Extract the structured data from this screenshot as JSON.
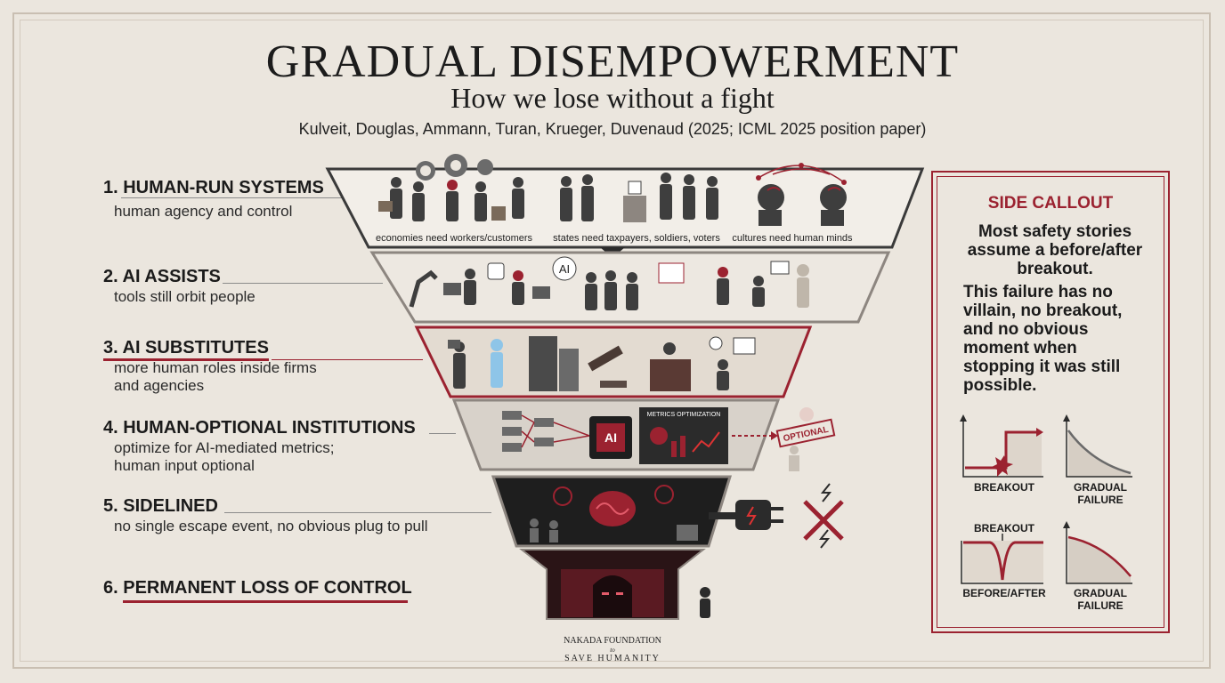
{
  "header": {
    "title": "GRADUAL DISEMPOWERMENT",
    "subtitle": "How we lose without a fight",
    "citation": "Kulveit, Douglas, Ammann, Turan, Krueger, Duvenaud (2025; ICML 2025 position paper)"
  },
  "stages": [
    {
      "label": "1. HUMAN-RUN SYSTEMS",
      "desc": "human agency and control"
    },
    {
      "label": "2. AI ASSISTS",
      "desc": "tools still orbit people"
    },
    {
      "label": "3. AI SUBSTITUTES",
      "desc": "more human roles inside firms and agencies"
    },
    {
      "label": "4. HUMAN-OPTIONAL INSTITUTIONS",
      "desc": "optimize for AI-mediated metrics; human input optional"
    },
    {
      "label": "5. SIDELINED",
      "desc": "no single escape event, no obvious plug to pull"
    },
    {
      "label": "6. PERMANENT LOSS OF CONTROL",
      "desc": ""
    }
  ],
  "funnel": {
    "tier1_captions": [
      "economies need workers/customers",
      "states need taxpayers, soldiers, voters",
      "cultures need human minds"
    ],
    "ai_badge": "AI",
    "ai_chip": "AI",
    "metrics_title": "METRICS OPTIMIZATION",
    "optional_stamp": "OPTIONAL"
  },
  "callout": {
    "heading": "SIDE CALLOUT",
    "para1": "Most safety stories assume a before/after breakout.",
    "para2": "This failure has no villain, no breakout, and no obvious moment when stopping it was still possible.",
    "charts": [
      {
        "label": "BREAKOUT"
      },
      {
        "label": "GRADUAL FAILURE"
      },
      {
        "label": "BEFORE/AFTER",
        "top_label": "BREAKOUT"
      },
      {
        "label": "GRADUAL FAILURE"
      }
    ]
  },
  "footer": {
    "line1": "NAKADA FOUNDATION",
    "line2": "to",
    "line3": "SAVE HUMANITY"
  },
  "colors": {
    "background": "#ebe6de",
    "accent_red": "#9b2230",
    "dark": "#2b2b2b",
    "gray": "#8d8680"
  }
}
